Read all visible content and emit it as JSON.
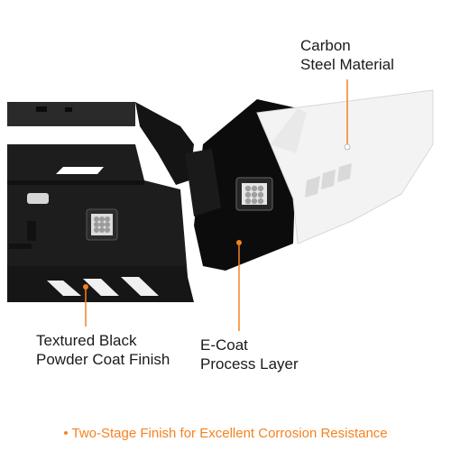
{
  "colors": {
    "accent": "#f58220",
    "bumper_dark": "#1b1b1b",
    "bumper_white": "#f4f4f4",
    "text": "#1a1a1a"
  },
  "labels": {
    "carbon": {
      "line1": "Carbon",
      "line2": "Steel Material"
    },
    "textured": {
      "line1": "Textured Black",
      "line2": "Powder Coat Finish"
    },
    "ecoat": {
      "line1": "E-Coat",
      "line2": "Process Layer"
    }
  },
  "footer": {
    "bullet": "•",
    "text": "Two-Stage Finish for Excellent Corrosion Resistance"
  },
  "icons": [
    "led-light-icon",
    "callout-dot-icon"
  ]
}
